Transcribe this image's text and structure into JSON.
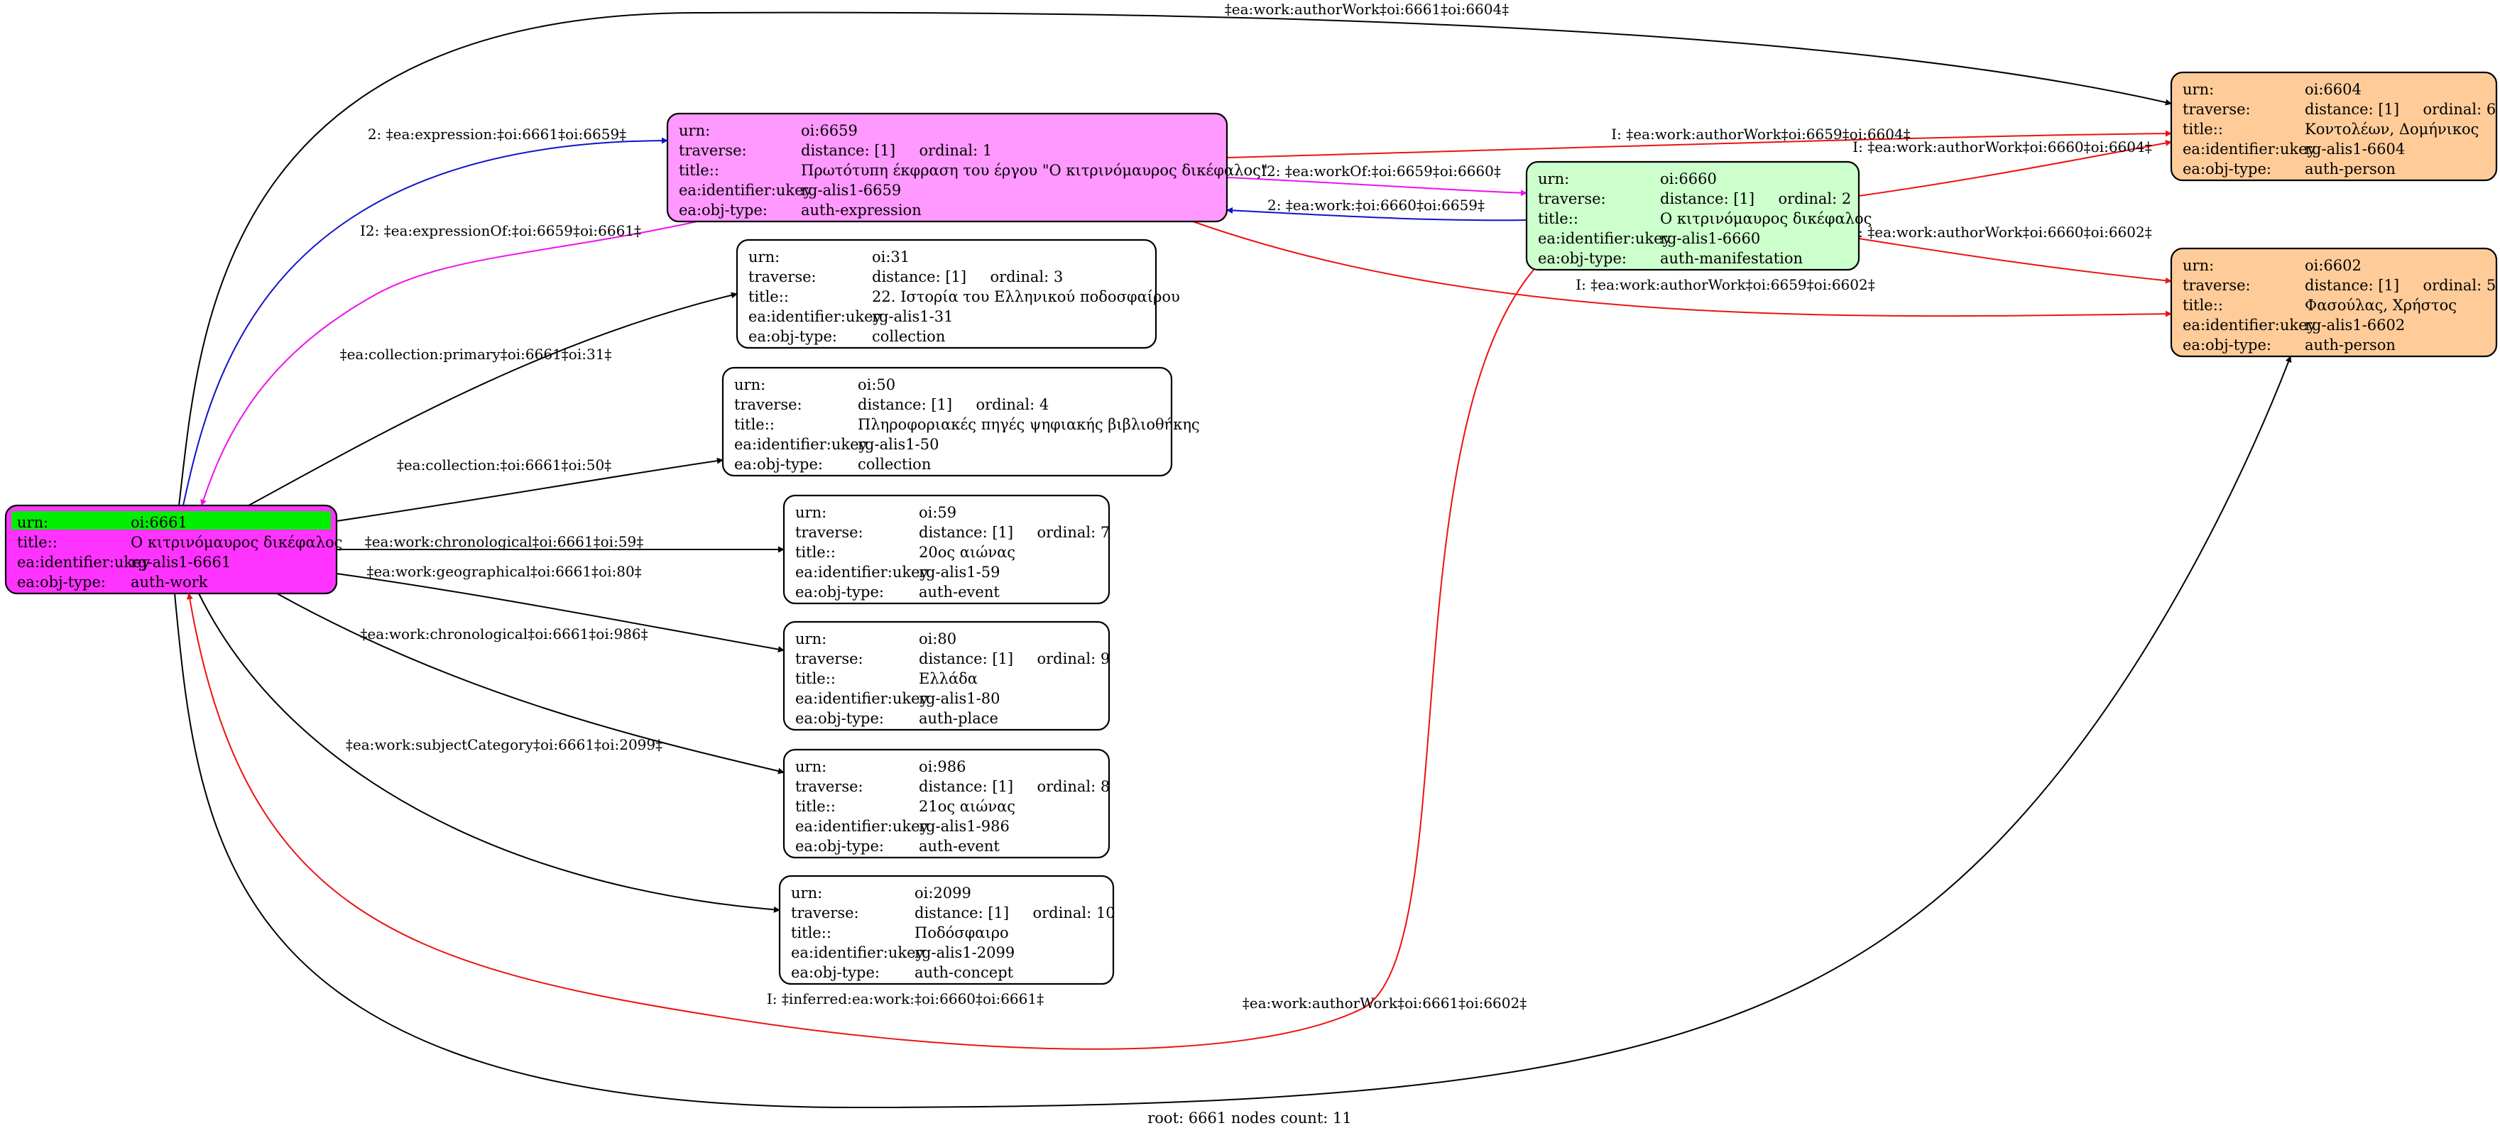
{
  "graph": {
    "footer": "root: 6661 nodes count: 11",
    "colors": {
      "root_fill": "#ff33ff",
      "root_highlight": "#00ee00",
      "expression_fill": "#ff99ff",
      "manifestation_fill": "#ccffcc",
      "person_fill": "#ffcc99",
      "plain_fill": "#ffffff",
      "edge_black": "#000000",
      "edge_red": "#ee1111",
      "edge_blue": "#1111cc",
      "edge_magenta": "#ee11ee"
    },
    "nodes": [
      {
        "id": "oi6661",
        "fill": "root_fill",
        "rows": [
          [
            "urn:",
            "oi:6661"
          ],
          [
            "title::",
            "Ο κιτρινόμαυρος δικέφαλος"
          ],
          [
            "ea:identifier:ukey",
            "rg-alis1-6661"
          ],
          [
            "ea:obj-type:",
            "auth-work"
          ]
        ]
      },
      {
        "id": "oi6659",
        "fill": "expression_fill",
        "rows": [
          [
            "urn:",
            "oi:6659"
          ],
          [
            "traverse:",
            "distance: [1]     ordinal: 1"
          ],
          [
            "title::",
            "Πρωτότυπη έκφραση του έργου \"Ο κιτρινόμαυρος δικέφαλος\""
          ],
          [
            "ea:identifier:ukey",
            "rg-alis1-6659"
          ],
          [
            "ea:obj-type:",
            "auth-expression"
          ]
        ]
      },
      {
        "id": "oi6660",
        "fill": "manifestation_fill",
        "rows": [
          [
            "urn:",
            "oi:6660"
          ],
          [
            "traverse:",
            "distance: [1]     ordinal: 2"
          ],
          [
            "title::",
            "Ο κιτρινόμαυρος δικέφαλος"
          ],
          [
            "ea:identifier:ukey",
            "rg-alis1-6660"
          ],
          [
            "ea:obj-type:",
            "auth-manifestation"
          ]
        ]
      },
      {
        "id": "oi6604",
        "fill": "person_fill",
        "rows": [
          [
            "urn:",
            "oi:6604"
          ],
          [
            "traverse:",
            "distance: [1]     ordinal: 6"
          ],
          [
            "title::",
            "Κοντολέων, Δομήνικος"
          ],
          [
            "ea:identifier:ukey",
            "rg-alis1-6604"
          ],
          [
            "ea:obj-type:",
            "auth-person"
          ]
        ]
      },
      {
        "id": "oi6602",
        "fill": "person_fill",
        "rows": [
          [
            "urn:",
            "oi:6602"
          ],
          [
            "traverse:",
            "distance: [1]     ordinal: 5"
          ],
          [
            "title::",
            "Φασούλας, Χρήστος"
          ],
          [
            "ea:identifier:ukey",
            "rg-alis1-6602"
          ],
          [
            "ea:obj-type:",
            "auth-person"
          ]
        ]
      },
      {
        "id": "oi31",
        "fill": "plain_fill",
        "rows": [
          [
            "urn:",
            "oi:31"
          ],
          [
            "traverse:",
            "distance: [1]     ordinal: 3"
          ],
          [
            "title::",
            "22. Ιστορία του Ελληνικού ποδοσφαίρου"
          ],
          [
            "ea:identifier:ukey",
            "rg-alis1-31"
          ],
          [
            "ea:obj-type:",
            "collection"
          ]
        ]
      },
      {
        "id": "oi50",
        "fill": "plain_fill",
        "rows": [
          [
            "urn:",
            "oi:50"
          ],
          [
            "traverse:",
            "distance: [1]     ordinal: 4"
          ],
          [
            "title::",
            "Πληροφοριακές πηγές ψηφιακής βιβλιοθήκης"
          ],
          [
            "ea:identifier:ukey",
            "rg-alis1-50"
          ],
          [
            "ea:obj-type:",
            "collection"
          ]
        ]
      },
      {
        "id": "oi59",
        "fill": "plain_fill",
        "rows": [
          [
            "urn:",
            "oi:59"
          ],
          [
            "traverse:",
            "distance: [1]     ordinal: 7"
          ],
          [
            "title::",
            "20ος αιώνας"
          ],
          [
            "ea:identifier:ukey",
            "rg-alis1-59"
          ],
          [
            "ea:obj-type:",
            "auth-event"
          ]
        ]
      },
      {
        "id": "oi80",
        "fill": "plain_fill",
        "rows": [
          [
            "urn:",
            "oi:80"
          ],
          [
            "traverse:",
            "distance: [1]     ordinal: 9"
          ],
          [
            "title::",
            "Ελλάδα"
          ],
          [
            "ea:identifier:ukey",
            "rg-alis1-80"
          ],
          [
            "ea:obj-type:",
            "auth-place"
          ]
        ]
      },
      {
        "id": "oi986",
        "fill": "plain_fill",
        "rows": [
          [
            "urn:",
            "oi:986"
          ],
          [
            "traverse:",
            "distance: [1]     ordinal: 8"
          ],
          [
            "title::",
            "21ος αιώνας"
          ],
          [
            "ea:identifier:ukey",
            "rg-alis1-986"
          ],
          [
            "ea:obj-type:",
            "auth-event"
          ]
        ]
      },
      {
        "id": "oi2099",
        "fill": "plain_fill",
        "rows": [
          [
            "urn:",
            "oi:2099"
          ],
          [
            "traverse:",
            "distance: [1]     ordinal: 10"
          ],
          [
            "title::",
            "Ποδόσφαιρο"
          ],
          [
            "ea:identifier:ukey",
            "rg-alis1-2099"
          ],
          [
            "ea:obj-type:",
            "auth-concept"
          ]
        ]
      }
    ],
    "edges": [
      {
        "id": "e-6661-6604",
        "color": "edge_black",
        "label": "‡ea:work:authorWork‡oi:6661‡oi:6604‡"
      },
      {
        "id": "e-6661-6659",
        "color": "edge_blue",
        "label": "2: ‡ea:expression:‡oi:6661‡oi:6659‡"
      },
      {
        "id": "e-6659-6661",
        "color": "edge_magenta",
        "label": "I2: ‡ea:expressionOf:‡oi:6659‡oi:6661‡"
      },
      {
        "id": "e-6659-6660",
        "color": "edge_magenta",
        "label": "I2: ‡ea:workOf:‡oi:6659‡oi:6660‡"
      },
      {
        "id": "e-6660-6659",
        "color": "edge_blue",
        "label": "2: ‡ea:work:‡oi:6660‡oi:6659‡"
      },
      {
        "id": "e-6659-6604",
        "color": "edge_red",
        "label": "I: ‡ea:work:authorWork‡oi:6659‡oi:6604‡"
      },
      {
        "id": "e-6660-6604",
        "color": "edge_red",
        "label": "I: ‡ea:work:authorWork‡oi:6660‡oi:6604‡"
      },
      {
        "id": "e-6660-6602",
        "color": "edge_red",
        "label": "I: ‡ea:work:authorWork‡oi:6660‡oi:6602‡"
      },
      {
        "id": "e-6659-6602",
        "color": "edge_red",
        "label": "I: ‡ea:work:authorWork‡oi:6659‡oi:6602‡"
      },
      {
        "id": "e-6661-31",
        "color": "edge_black",
        "label": "‡ea:collection:primary‡oi:6661‡oi:31‡"
      },
      {
        "id": "e-6661-50",
        "color": "edge_black",
        "label": "‡ea:collection:‡oi:6661‡oi:50‡"
      },
      {
        "id": "e-6661-59",
        "color": "edge_black",
        "label": "‡ea:work:chronological‡oi:6661‡oi:59‡"
      },
      {
        "id": "e-6661-80",
        "color": "edge_black",
        "label": "‡ea:work:geographical‡oi:6661‡oi:80‡"
      },
      {
        "id": "e-6661-986",
        "color": "edge_black",
        "label": "‡ea:work:chronological‡oi:6661‡oi:986‡"
      },
      {
        "id": "e-6661-2099",
        "color": "edge_black",
        "label": "‡ea:work:subjectCategory‡oi:6661‡oi:2099‡"
      },
      {
        "id": "e-6660-6661",
        "color": "edge_red",
        "label": "I: ‡inferred:ea:work:‡oi:6660‡oi:6661‡"
      },
      {
        "id": "e-6661-6602",
        "color": "edge_black",
        "label": "‡ea:work:authorWork‡oi:6661‡oi:6602‡"
      }
    ]
  }
}
